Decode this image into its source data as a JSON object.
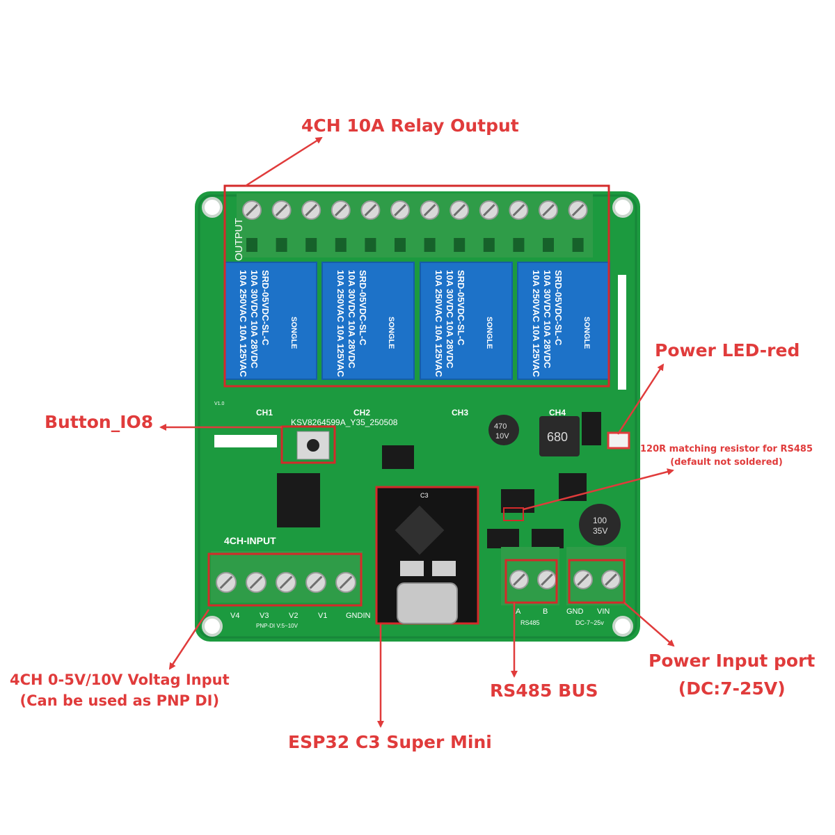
{
  "callouts": {
    "relay_output": "4CH 10A Relay Output",
    "power_led": "Power LED-red",
    "button": "Button_IO8",
    "resistor_line1": "120R matching resistor for RS485",
    "resistor_line2": "(default not soldered)",
    "voltage_input_line1": "4CH 0-5V/10V Voltag Input",
    "voltage_input_line2": "(Can be used as PNP DI)",
    "rs485": "RS485 BUS",
    "power_input_line1": "Power Input port",
    "power_input_line2": "(DC:7-25V)",
    "esp32": "ESP32 C3 Super Mini"
  },
  "board": {
    "pcb_name": "KSV8264599A_Y35_250508",
    "output_label": "OUTPUT",
    "input_header": "4CH-INPUT",
    "input_labels": [
      "V4",
      "V3",
      "V2",
      "V1",
      "GNDIN"
    ],
    "input_spec": "PNP-DI  V:5~10V",
    "relay_channels": [
      "CH1",
      "CH2",
      "CH3",
      "CH4"
    ],
    "relay_lines": [
      "10A 250VAC  10A 125VAC",
      "10A 30VDC  10A 28VDC",
      "SRD-05VDC-SL-C"
    ],
    "relay_brand": "SONGLE",
    "rs485_terminals": [
      "A",
      "B"
    ],
    "rs485_label": "RS485",
    "power_terminals": [
      "GND",
      "VIN"
    ],
    "power_spec": "DC-7~25v",
    "cap_small": [
      "470",
      "10V"
    ],
    "cap_large": [
      "100",
      "35V"
    ],
    "inductor": "680",
    "esp_label": "C3",
    "version": "V1.0"
  },
  "colors": {
    "callout": "#e03b3b",
    "pcb": "#1c9a3f",
    "terminal": "#2f9c48",
    "relay": "#1d72c8",
    "highlight_box": "#d42a2a"
  }
}
